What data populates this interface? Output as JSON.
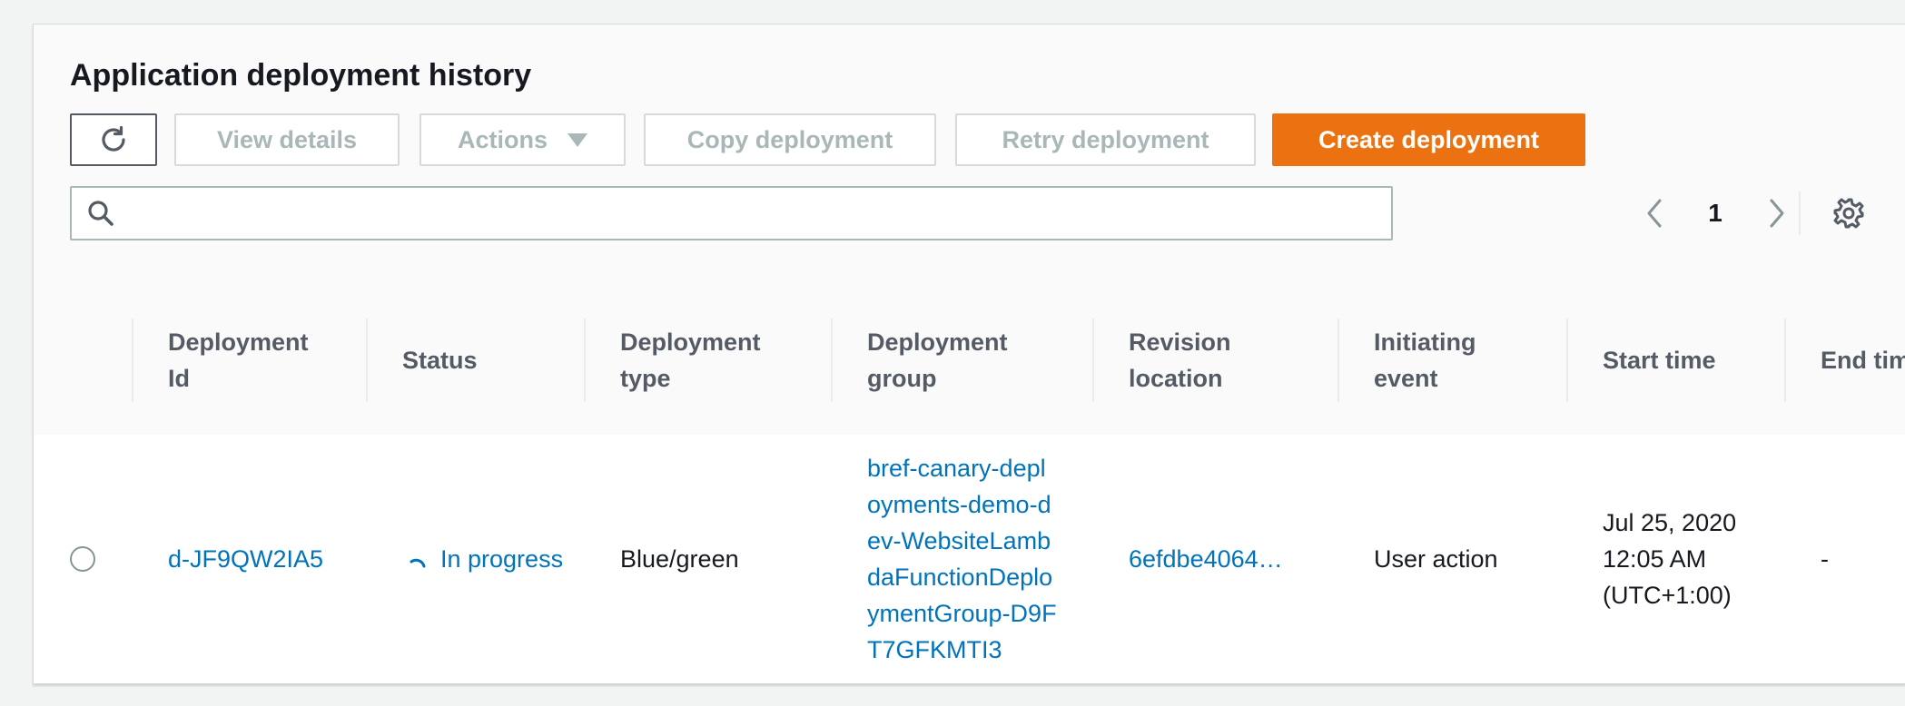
{
  "panel": {
    "title": "Application deployment history"
  },
  "toolbar": {
    "refresh_icon": "refresh-icon",
    "view_details_label": "View details",
    "actions_label": "Actions",
    "copy_label": "Copy deployment",
    "retry_label": "Retry deployment",
    "create_label": "Create deployment",
    "create_color": "#ec7211"
  },
  "search": {
    "icon": "search-icon",
    "placeholder": "",
    "value": ""
  },
  "pagination": {
    "current_page": "1",
    "prev_icon": "chevron-left-icon",
    "next_icon": "chevron-right-icon",
    "settings_icon": "gear-icon"
  },
  "table": {
    "columns": [
      "Deployment Id",
      "Status",
      "Deployment type",
      "Deployment group",
      "Revision location",
      "Initiating event",
      "Start time",
      "End time"
    ],
    "rows": [
      {
        "deployment_id": "d-JF9QW2IA5",
        "status": "In progress",
        "deployment_type": "Blue/green",
        "deployment_group": "bref-canary-deployments-demo-dev-WebsiteLambdaFunctionDeploymentGroup-D9FT7GFKMTI3",
        "revision_location": "6efdbe4064…",
        "initiating_event": "User action",
        "start_time": "Jul 25, 2020 12:05 AM (UTC+1:00)",
        "end_time": "-"
      }
    ]
  },
  "colors": {
    "link": "#0073bb",
    "accent": "#ec7211",
    "disabled_text": "#aab7b8"
  }
}
